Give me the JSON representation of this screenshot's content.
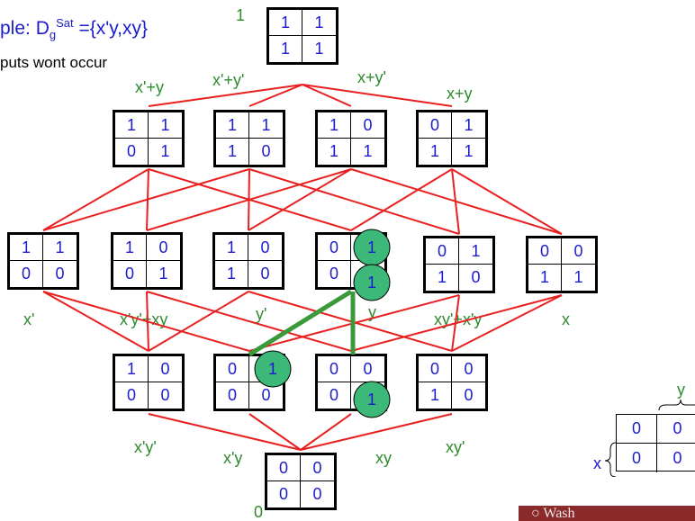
{
  "header": {
    "title_prefix": "ple: D",
    "title_sub": "g",
    "title_sup": "Sat",
    "title_suffix": " ={x'y,xy}",
    "subtitle": "puts wont occur"
  },
  "lattice": {
    "top_number": "1",
    "bottom_number": "0",
    "top": {
      "cells": [
        "1",
        "1",
        "1",
        "1"
      ]
    },
    "level1": [
      {
        "cells": [
          "1",
          "1",
          "0",
          "1"
        ],
        "label": "x'+y"
      },
      {
        "cells": [
          "1",
          "1",
          "1",
          "0"
        ],
        "label": "x'+y'"
      },
      {
        "cells": [
          "1",
          "0",
          "1",
          "1"
        ],
        "label": "x+y'"
      },
      {
        "cells": [
          "0",
          "1",
          "1",
          "1"
        ],
        "label": "x+y"
      }
    ],
    "level2": [
      {
        "cells": [
          "1",
          "1",
          "0",
          "0"
        ],
        "label": "x'"
      },
      {
        "cells": [
          "1",
          "0",
          "0",
          "1"
        ],
        "label": "x'y'+xy"
      },
      {
        "cells": [
          "1",
          "0",
          "1",
          "0"
        ],
        "label": "y'"
      },
      {
        "cells": [
          "0",
          "1",
          "0",
          "1"
        ],
        "label": "y"
      },
      {
        "cells": [
          "0",
          "1",
          "1",
          "0"
        ],
        "label": "xy'+x'y"
      },
      {
        "cells": [
          "0",
          "0",
          "1",
          "1"
        ],
        "label": "x"
      }
    ],
    "level3": [
      {
        "cells": [
          "1",
          "0",
          "0",
          "0"
        ],
        "label": "x'y'"
      },
      {
        "cells": [
          "0",
          "1",
          "0",
          "0"
        ],
        "label": "x'y"
      },
      {
        "cells": [
          "0",
          "0",
          "0",
          "1"
        ],
        "label": "xy"
      },
      {
        "cells": [
          "0",
          "0",
          "1",
          "0"
        ],
        "label": "xy'"
      }
    ],
    "bottom": {
      "cells": [
        "0",
        "0",
        "0",
        "0"
      ]
    }
  },
  "legend": {
    "x_label": "x",
    "y_label": "y",
    "cells": [
      "0",
      "0",
      "0",
      "0"
    ]
  },
  "colors": {
    "edge": "#e82020",
    "highlight_edge": "#3a9a3a",
    "circle_fill": "#3cb878",
    "cell_text": "#1c1ccc",
    "label_text": "#2e8b2e"
  }
}
